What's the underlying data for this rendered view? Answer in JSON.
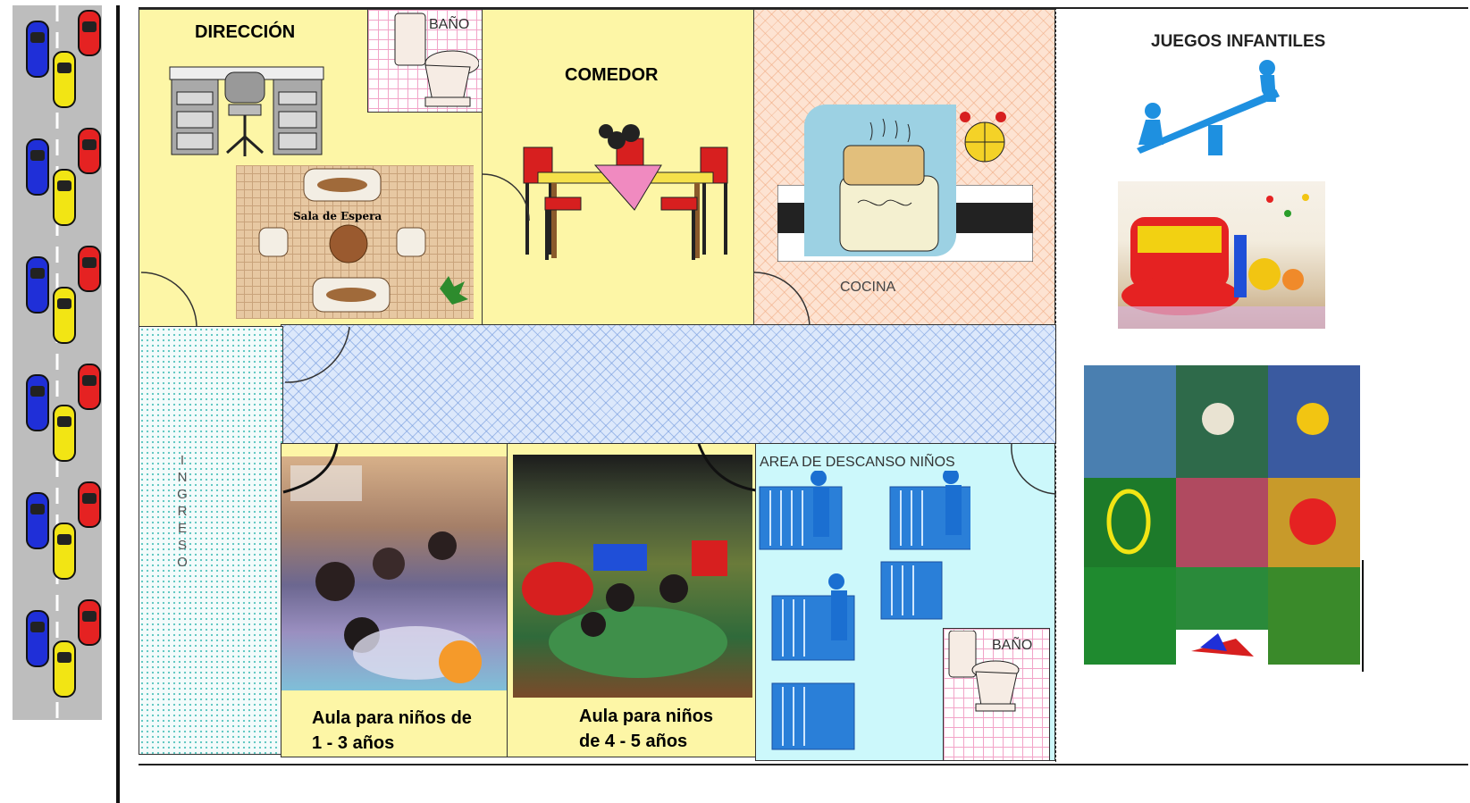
{
  "rooms": {
    "direccion": {
      "label": "DIRECCIÓN"
    },
    "sala_espera": {
      "label": "Sala de Espera"
    },
    "bano_top": {
      "label": "BAÑO"
    },
    "comedor": {
      "label": "COMEDOR"
    },
    "cocina": {
      "label": "COCINA"
    },
    "ingreso": {
      "label": "INGRESO",
      "letters": [
        "I",
        "N",
        "G",
        "R",
        "E",
        "S",
        "O"
      ]
    },
    "aula1": {
      "line1": "Aula para niños de",
      "line2": "1 - 3 años"
    },
    "aula2": {
      "line1": "Aula para niños",
      "line2": "de 4 - 5 años"
    },
    "descanso": {
      "label": "AREA DE DESCANSO NIÑOS"
    },
    "bano_bottom": {
      "label": "BAÑO"
    },
    "juegos": {
      "label": "JUEGOS INFANTILES"
    }
  },
  "colors": {
    "yellow_room": "#fdf6a6",
    "corridor": "#dce8fb",
    "ingreso": "#e9f7f7",
    "descanso": "#ccf8fb",
    "bano_grid": "#f2a4c8",
    "cocina_bg": "#fde3d2",
    "car_colors": [
      "#1f2fd8",
      "#f2e514",
      "#e52222"
    ]
  }
}
